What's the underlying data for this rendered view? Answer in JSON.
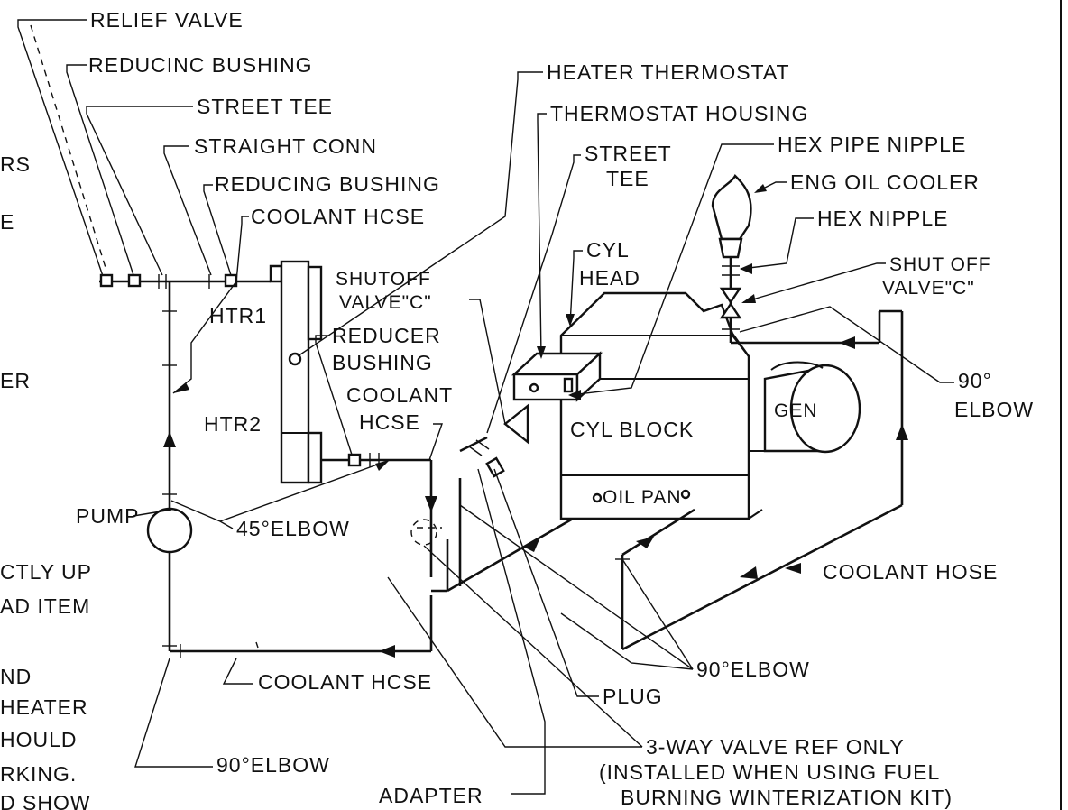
{
  "labels": {
    "relief_valve": "RELIEF VALVE",
    "reducing_bushing_1": "REDUCINC BUSHING",
    "street_tee_1": "STREET TEE",
    "straight_conn": "STRAIGHT CONN",
    "reducing_bushing_2": "REDUCING BUSHING",
    "coolant_hose_1": "COOLANT HCSE",
    "heater_thermostat": "HEATER THERMOSTAT",
    "thermostat_housing": "THERMOSTAT HOUSING",
    "street_tee_2_line1": "STREET",
    "street_tee_2_line2": "TEE",
    "hex_pipe_nipple": "HEX PIPE NIPPLE",
    "eng_oil_cooler": "ENG OIL COOLER",
    "hex_nipple": "HEX NIPPLE",
    "cyl_head_line1": "CYL",
    "cyl_head_line2": "HEAD",
    "shutoff_valve_1_line1": "SHUTOFF",
    "shutoff_valve_1_line2": "VALVE\"C\"",
    "shutoff_valve_2_line1": "SHUT OFF",
    "shutoff_valve_2_line2": "VALVE\"C\"",
    "htr1": "HTR1",
    "htr2": "HTR2",
    "reducer_bushing_line1": "REDUCER",
    "reducer_bushing_line2": "BUSHING",
    "coolant_hose_2_line1": "COOLANT",
    "coolant_hose_2_line2": "HCSE",
    "cyl_block": "CYL BLOCK",
    "gen": "GEN",
    "elbow_90_1_line1": "90°",
    "elbow_90_1_line2": "ELBOW",
    "oil_pan": "OIL PAN",
    "pump": "PUMP",
    "elbow_45": "45°ELBOW",
    "coolant_hose_3": "COOLANT HOSE",
    "elbow_90_2": "90°ELBOW",
    "coolant_hose_4": "COOLANT HCSE",
    "plug": "PLUG",
    "elbow_90_3": "90°ELBOW",
    "adapter": "ADAPTER",
    "three_way_line1": "3-WAY VALVE  REF ONLY",
    "three_way_line2": "(INSTALLED WHEN USING FUEL",
    "three_way_line3": "BURNING WINTERIZATION KIT)"
  },
  "left_margin_fragments": [
    "RS",
    "E",
    "ER",
    "CTLY UP",
    "AD  ITEM",
    "ND",
    "HEATER",
    "HOULD",
    "RKING.",
    "D SHOW"
  ]
}
